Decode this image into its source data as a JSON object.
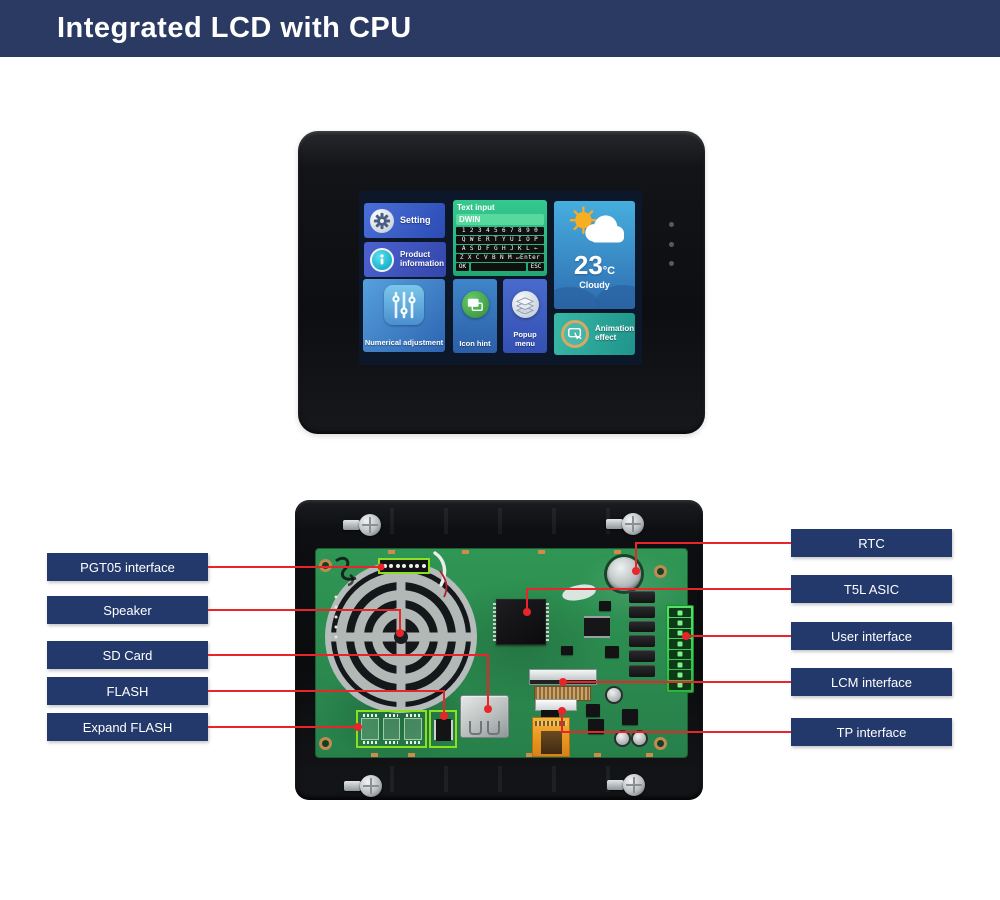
{
  "header": {
    "title": "Integrated LCD with CPU"
  },
  "device_front": {
    "screen": {
      "tiles": {
        "setting": {
          "label": "Setting",
          "icon": "gear-icon"
        },
        "product_information": {
          "label": "Product information",
          "icon": "info-icon"
        },
        "text_input": {
          "title": "Text input",
          "input_value": "DWIN",
          "keyboard_rows": [
            "1 2 3 4 5 6 7 8 9 0",
            "Q W E R T Y U I O P",
            "A S D F G H J K L ←",
            "Z X C V B N M ↵Enter"
          ],
          "ok_label": "OK",
          "esc_label": "ESC"
        },
        "weather": {
          "temperature": "23",
          "unit": "°C",
          "condition": "Cloudy",
          "icon": "sun-cloud-icon"
        },
        "numerical_adjustment": {
          "label": "Numerical adjustment",
          "icon": "sliders-icon"
        },
        "icon_hint": {
          "label": "Icon hint",
          "icon": "screens-icon"
        },
        "popup_menu": {
          "label": "Popup menu",
          "icon": "layers-icon"
        },
        "animation_effect": {
          "label": "Animation effect",
          "icon": "gesture-icon"
        }
      }
    }
  },
  "device_back": {
    "callouts_left": [
      "PGT05 interface",
      "Speaker",
      "SD Card",
      "FLASH",
      "Expand FLASH"
    ],
    "callouts_right": [
      "RTC",
      "T5L ASIC",
      "User interface",
      "LCM interface",
      "TP interface"
    ]
  },
  "colors": {
    "header_bg": "#2b3a63",
    "label_bg": "#24396b",
    "callout_line": "#e8252a",
    "pcb_green": "#2f9654",
    "highlight_green": "#8ce01e",
    "terminal_green": "#3ecf55",
    "flex_orange": "#f0a028",
    "keyboard_green": "#2abe84",
    "weather_blue": "#3a8fc9"
  }
}
